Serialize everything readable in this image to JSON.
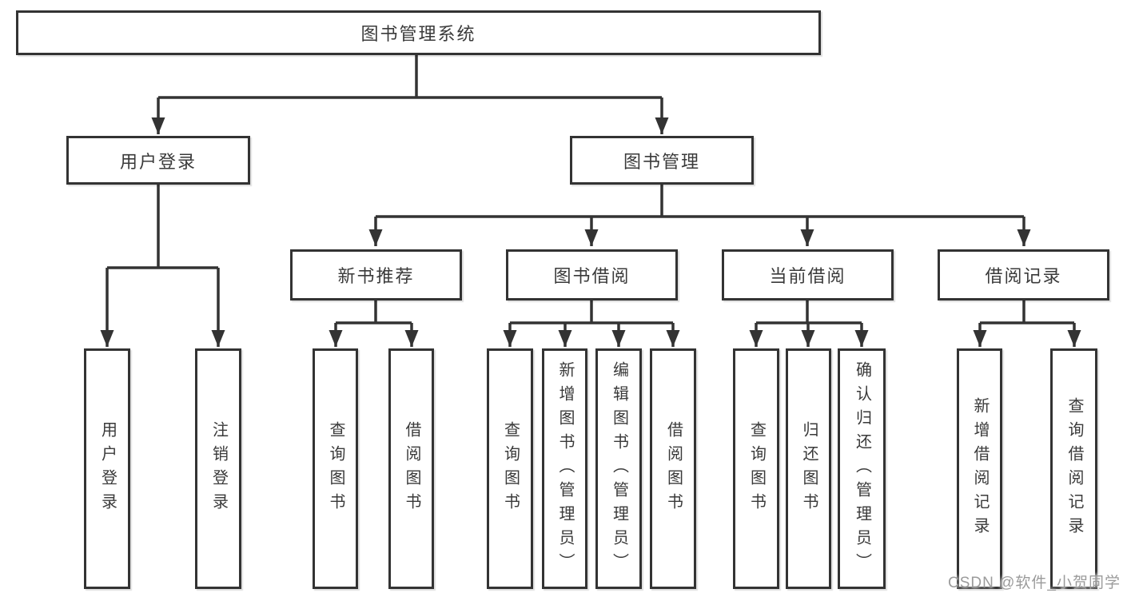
{
  "diagram_type": "hierarchy-flowchart",
  "tree": {
    "label": "图书管理系统",
    "children": [
      {
        "label": "用户登录",
        "children": [
          {
            "label": "用户登录"
          },
          {
            "label": "注销登录"
          }
        ]
      },
      {
        "label": "图书管理",
        "children": [
          {
            "label": "新书推荐",
            "children": [
              {
                "label": "查询图书"
              },
              {
                "label": "借阅图书"
              }
            ]
          },
          {
            "label": "图书借阅",
            "children": [
              {
                "label": "查询图书"
              },
              {
                "label": "新增图书（管理员）"
              },
              {
                "label": "编辑图书（管理员）"
              },
              {
                "label": "借阅图书"
              }
            ]
          },
          {
            "label": "当前借阅",
            "children": [
              {
                "label": "查询图书"
              },
              {
                "label": "归还图书"
              },
              {
                "label": "确认归还（管理员）"
              }
            ]
          },
          {
            "label": "借阅记录",
            "children": [
              {
                "label": "新增借阅记录"
              },
              {
                "label": "查询借阅记录"
              }
            ]
          }
        ]
      }
    ]
  },
  "watermark": {
    "text": "CSDN @软件_小贺同学"
  },
  "colors": {
    "background": "#ffffff",
    "line": "#333333",
    "box_border": "#333333",
    "text": "#3a3a3a",
    "watermark": "#9b9b9b"
  }
}
